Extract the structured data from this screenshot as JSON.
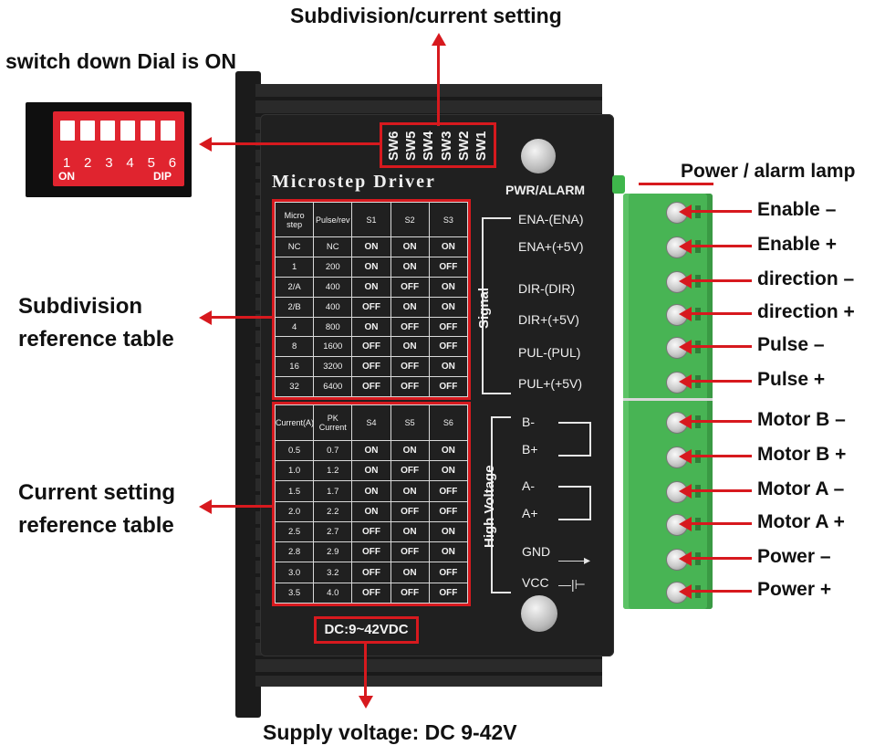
{
  "callouts": {
    "top": "Subdivision/current setting",
    "dip": "switch down Dial is ON",
    "power_lamp": "Power / alarm  lamp",
    "subdiv_line1": "Subdivision",
    "subdiv_line2": "reference table",
    "current_line1": "Current setting",
    "current_line2": "reference table",
    "supply": "Supply voltage: DC 9-42V"
  },
  "dip_switch": {
    "numbers": [
      "1",
      "2",
      "3",
      "4",
      "5",
      "6"
    ],
    "on_label": "ON",
    "dip_label": "DIP",
    "colors": {
      "body": "#e0242f",
      "knob": "#ffffff",
      "frame": "#111111"
    }
  },
  "driver": {
    "title": "Microstep Driver",
    "pwr_label": "PWR/ALARM",
    "switch_labels": [
      "SW6",
      "SW5",
      "SW4",
      "SW3",
      "SW2",
      "SW1"
    ],
    "voltage": "DC:9~42VDC",
    "signal_group": "Signal",
    "high_voltage_group": "High Voltage",
    "signal_pins": [
      "ENA-(ENA)",
      "ENA+(+5V)",
      "DIR-(DIR)",
      "DIR+(+5V)",
      "PUL-(PUL)",
      "PUL+(+5V)"
    ],
    "power_pins": [
      "B-",
      "B+",
      "A-",
      "A+",
      "GND",
      "VCC"
    ]
  },
  "subdivision_table": {
    "headers": [
      "Micro step",
      "Pulse/rev",
      "S1",
      "S2",
      "S3"
    ],
    "rows": [
      [
        "NC",
        "NC",
        "ON",
        "ON",
        "ON"
      ],
      [
        "1",
        "200",
        "ON",
        "ON",
        "OFF"
      ],
      [
        "2/A",
        "400",
        "ON",
        "OFF",
        "ON"
      ],
      [
        "2/B",
        "400",
        "OFF",
        "ON",
        "ON"
      ],
      [
        "4",
        "800",
        "ON",
        "OFF",
        "OFF"
      ],
      [
        "8",
        "1600",
        "OFF",
        "ON",
        "OFF"
      ],
      [
        "16",
        "3200",
        "OFF",
        "OFF",
        "ON"
      ],
      [
        "32",
        "6400",
        "OFF",
        "OFF",
        "OFF"
      ]
    ]
  },
  "current_table": {
    "headers": [
      "Current(A)",
      "PK Current",
      "S4",
      "S5",
      "S6"
    ],
    "rows": [
      [
        "0.5",
        "0.7",
        "ON",
        "ON",
        "ON"
      ],
      [
        "1.0",
        "1.2",
        "ON",
        "OFF",
        "ON"
      ],
      [
        "1.5",
        "1.7",
        "ON",
        "ON",
        "OFF"
      ],
      [
        "2.0",
        "2.2",
        "ON",
        "OFF",
        "OFF"
      ],
      [
        "2.5",
        "2.7",
        "OFF",
        "ON",
        "ON"
      ],
      [
        "2.8",
        "2.9",
        "OFF",
        "OFF",
        "ON"
      ],
      [
        "3.0",
        "3.2",
        "OFF",
        "ON",
        "OFF"
      ],
      [
        "3.5",
        "4.0",
        "OFF",
        "OFF",
        "OFF"
      ]
    ]
  },
  "terminals": [
    "Enable –",
    "Enable  +",
    "direction –",
    "direction  +",
    "Pulse –",
    "Pulse  +",
    "Motor  B –",
    "Motor  B +",
    "Motor  A –",
    "Motor  A +",
    "Power  –",
    "Power  +"
  ],
  "colors": {
    "arrow": "#d7191e",
    "terminal_block": "#48b454",
    "panel": "#202020"
  }
}
